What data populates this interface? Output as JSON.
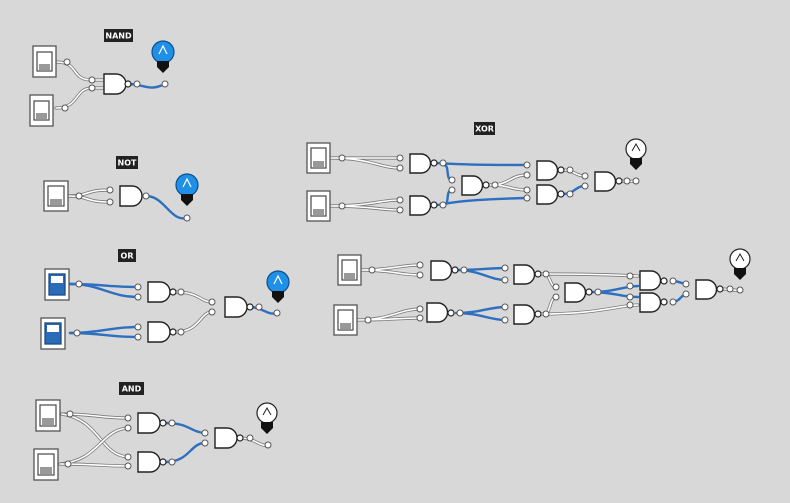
{
  "circuits": [
    {
      "key": "nand",
      "label": "NAND"
    },
    {
      "key": "not",
      "label": "NOT"
    },
    {
      "key": "or",
      "label": "OR"
    },
    {
      "key": "and",
      "label": "AND"
    },
    {
      "key": "xor",
      "label": "XOR"
    },
    {
      "key": "xnor",
      "label": ""
    }
  ],
  "colors": {
    "background": "#d8d8d8",
    "wire_on": "#2e6fbf",
    "switch_on": "#2b6cb8",
    "bulb_on": "#1f8fe8",
    "bulb_off": "#ffffff",
    "label_bg": "#222222"
  },
  "states": {
    "nand": {
      "inputs": [
        "off",
        "off"
      ],
      "output": "on"
    },
    "not": {
      "inputs": [
        "off"
      ],
      "output": "on"
    },
    "or": {
      "inputs": [
        "on",
        "on"
      ],
      "output": "on"
    },
    "and": {
      "inputs": [
        "off",
        "off"
      ],
      "output": "off"
    },
    "xor": {
      "inputs": [
        "off",
        "off"
      ],
      "output": "off"
    },
    "xnor": {
      "inputs": [
        "off",
        "off"
      ],
      "output": "off"
    }
  }
}
